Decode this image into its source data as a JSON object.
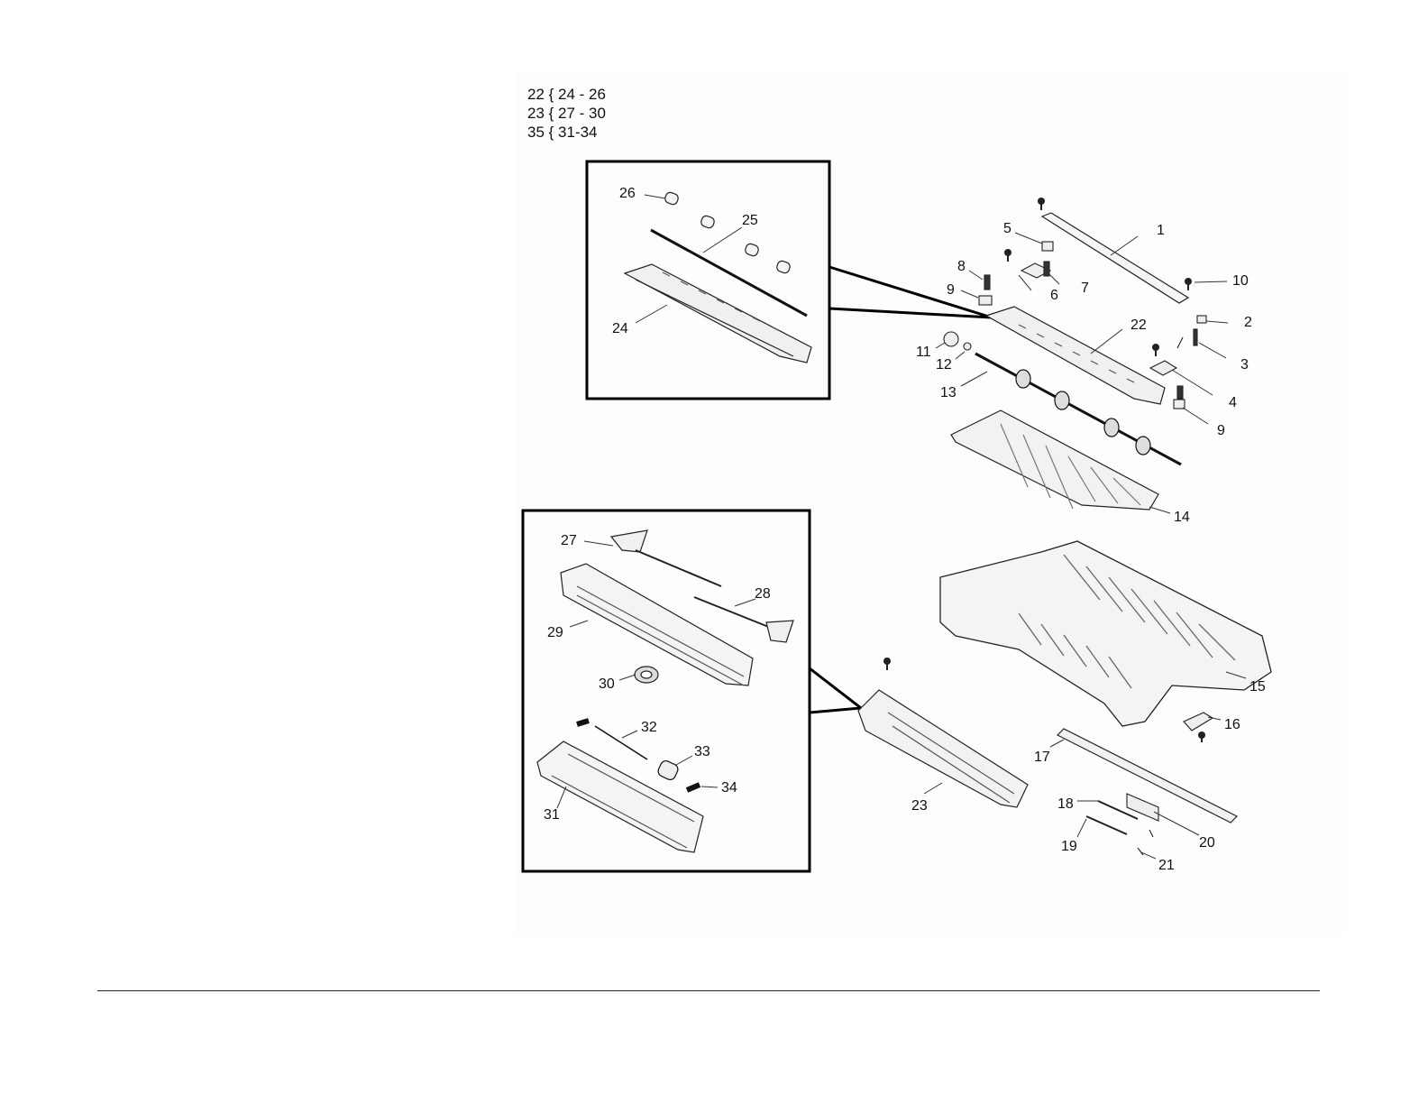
{
  "legend": [
    "22 { 24 - 26",
    "23 { 27 - 30",
    "35 { 31-34"
  ],
  "callouts": {
    "c1": "1",
    "c2": "2",
    "c3": "3",
    "c4": "4",
    "c5": "5",
    "c6": "6",
    "c7": "7",
    "c8": "8",
    "c9a": "9",
    "c9b": "9",
    "c10": "10",
    "c11": "11",
    "c12": "12",
    "c13": "13",
    "c14": "14",
    "c15": "15",
    "c16": "16",
    "c17": "17",
    "c18": "18",
    "c19": "19",
    "c20": "20",
    "c21": "21",
    "c22": "22",
    "c23": "23",
    "c24": "24",
    "c25": "25",
    "c26": "26",
    "c27": "27",
    "c28": "28",
    "c29": "29",
    "c30": "30",
    "c31": "31",
    "c32": "32",
    "c33": "33",
    "c34": "34"
  }
}
